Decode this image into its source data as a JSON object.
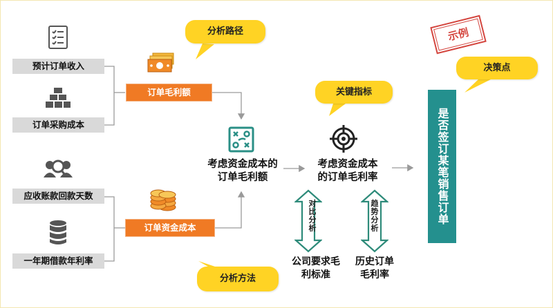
{
  "inputs": {
    "revenue": "预计订单收入",
    "purchase_cost": "订单采购成本",
    "receivable_days": "应收账款回款天数",
    "loan_rate": "一年期借款年利率"
  },
  "intermediate": {
    "gross_profit": "订单毛利额",
    "capital_cost": "订单资金成本"
  },
  "nodes": {
    "adjusted_profit": "考虑资金成本的\n订单毛利额",
    "adjusted_margin": "考虑资金成本\n的订单毛利率"
  },
  "callouts": {
    "analysis_path": "分析路径",
    "key_indicator": "关键指标",
    "decision_point": "决策点",
    "analysis_method": "分析方法"
  },
  "methods": {
    "compare_arrow_text": "对比分析",
    "compare_caption": "公司要求毛\n利标准",
    "trend_arrow_text": "趋势分析",
    "trend_caption": "历史订单\n毛利率"
  },
  "decision": "是否签订某笔销售订单",
  "stamp": "示例",
  "icons": {
    "revenue": "checklist-icon",
    "purchase_cost": "stacked-bars-icon",
    "receivable_days": "people-search-icon",
    "loan_rate": "database-icon",
    "gross_profit": "money-bills-icon",
    "capital_cost": "coins-icon",
    "adjusted_profit": "strategy-board-icon",
    "adjusted_margin": "target-icon"
  },
  "colors": {
    "orange": "#f07a24",
    "teal": "#24908e",
    "yellow": "#ffd324",
    "gray": "#d9d9d9",
    "arrow_green": "#2e8b7a",
    "stamp_red": "#d4463f"
  }
}
